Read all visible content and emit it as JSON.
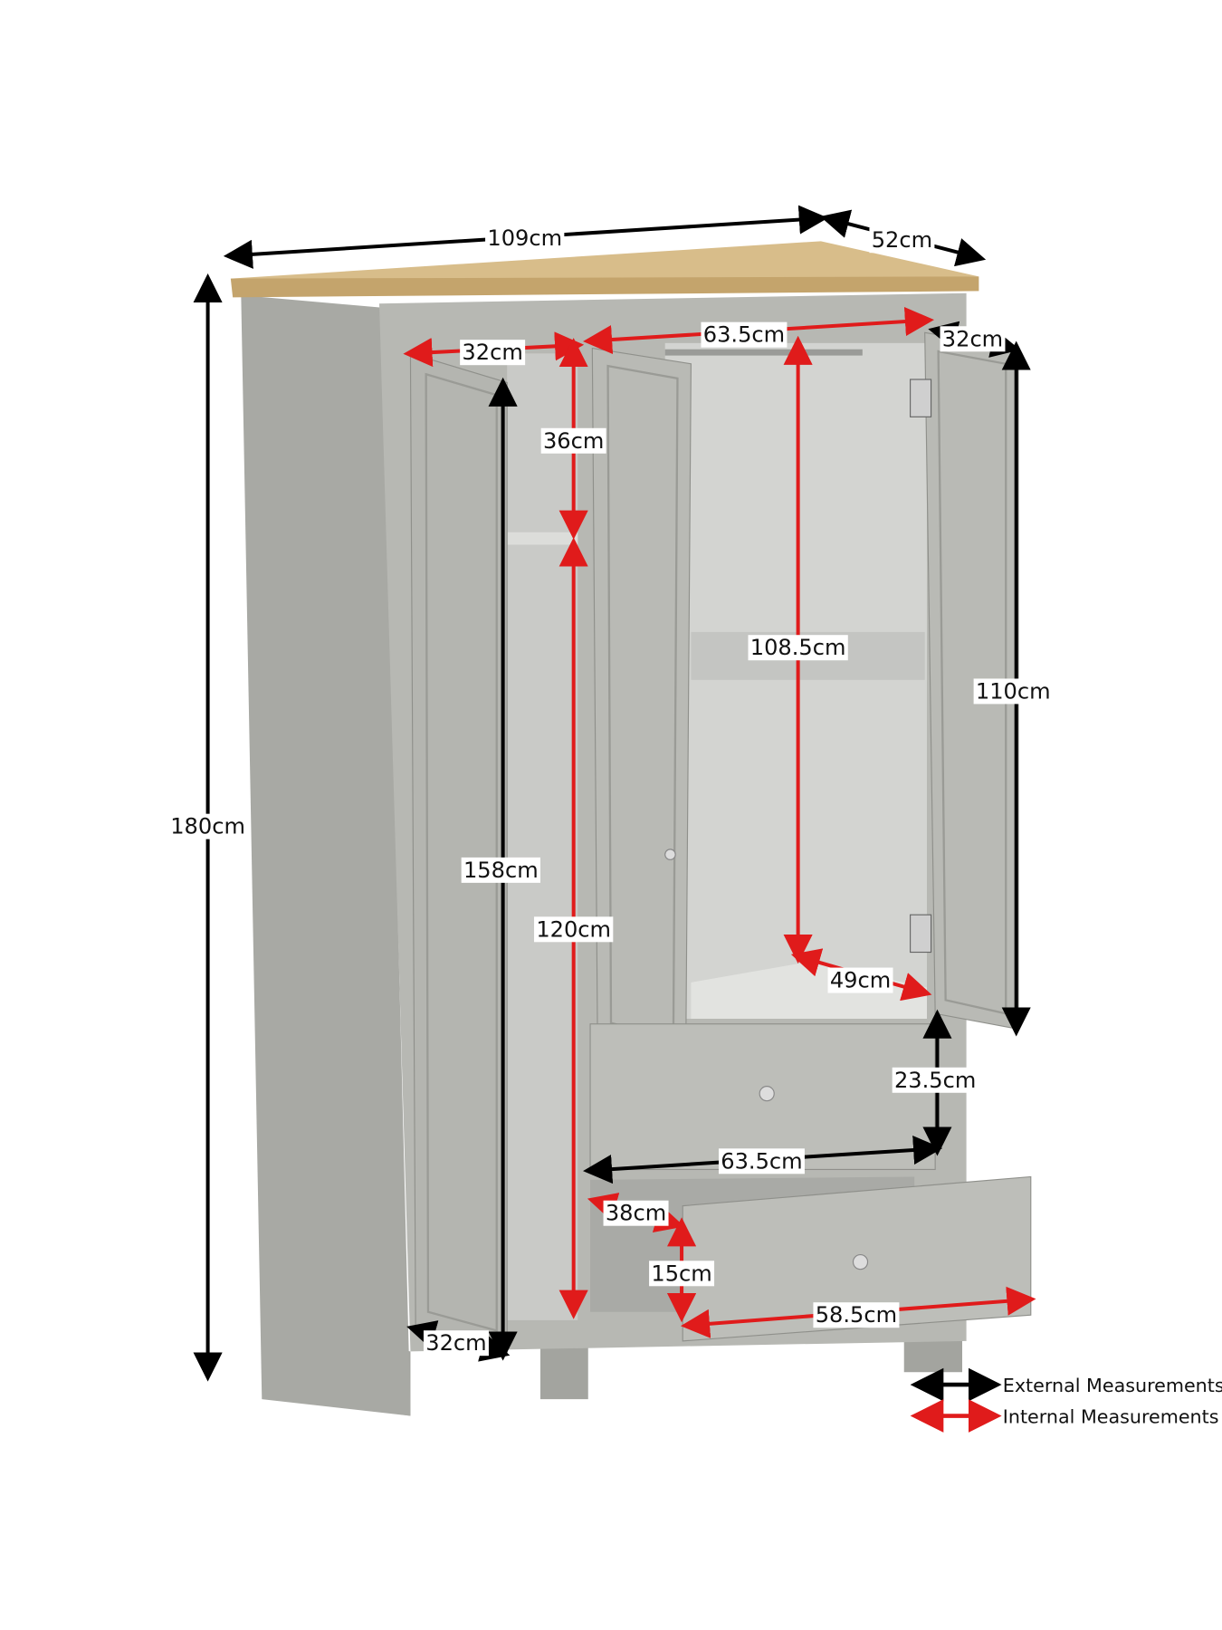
{
  "colors": {
    "external": "#000000",
    "internal": "#e01b1b",
    "oak_top": "#cfb27c",
    "carcass": "#b7b8b3",
    "side": "#a8a9a4",
    "interior": "#d3d4d1"
  },
  "external_measurements": {
    "width": "109cm",
    "depth": "52cm",
    "height": "180cm",
    "left_door_height": "158cm",
    "left_door_width": "32cm",
    "right_door_width": "32cm",
    "right_door_height": "110cm",
    "drawer_height": "23.5cm",
    "drawer_width": "63.5cm"
  },
  "internal_measurements": {
    "left_width": "32cm",
    "left_shelf_height": "36cm",
    "left_lower_height": "120cm",
    "wardrobe_width": "63.5cm",
    "hanging_height": "108.5cm",
    "wardrobe_depth": "49cm",
    "drawer_depth": "38cm",
    "drawer_inner_height": "15cm",
    "drawer_inner_width": "58.5cm"
  },
  "legend": {
    "external": "External Measurements",
    "internal": "Internal Measurements"
  }
}
